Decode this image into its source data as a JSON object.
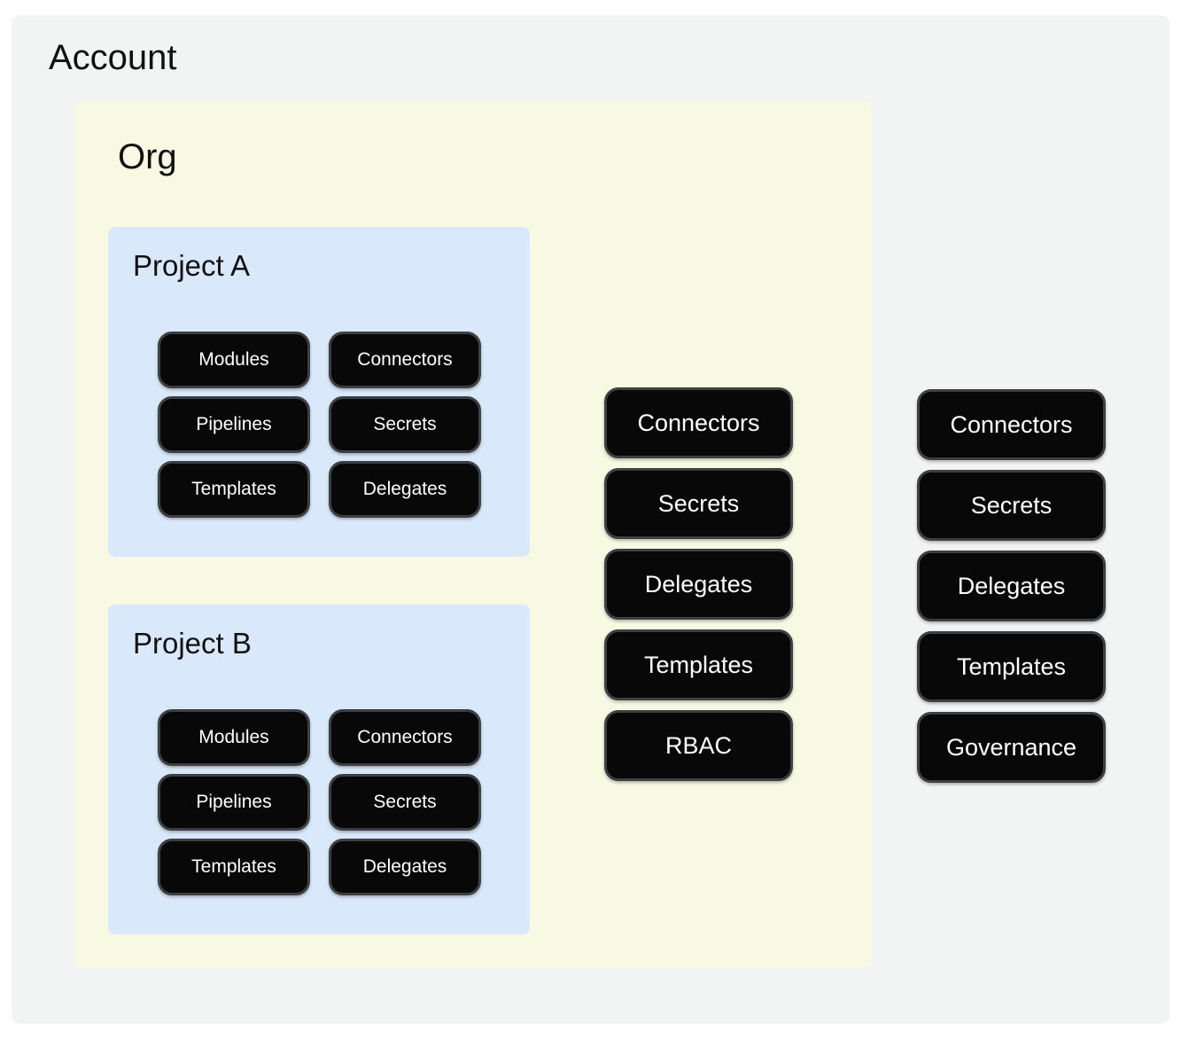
{
  "account": {
    "title": "Account",
    "pills": [
      "Connectors",
      "Secrets",
      "Delegates",
      "Templates",
      "Governance"
    ],
    "org": {
      "title": "Org",
      "pills": [
        "Connectors",
        "Secrets",
        "Delegates",
        "Templates",
        "RBAC"
      ],
      "projects": [
        {
          "title": "Project A",
          "pills": [
            "Modules",
            "Connectors",
            "Pipelines",
            "Secrets",
            "Templates",
            "Delegates"
          ]
        },
        {
          "title": "Project B",
          "pills": [
            "Modules",
            "Connectors",
            "Pipelines",
            "Secrets",
            "Templates",
            "Delegates"
          ]
        }
      ]
    }
  },
  "colors": {
    "page_bg": "#ffffff",
    "account_bg": "#f2f3f3",
    "org_bg": "#f7f9e2",
    "project_bg": "#d9e9fb",
    "pill_bg": "#080808",
    "pill_border": "#3d4043",
    "pill_text": "#ffffff",
    "title_text": "#111111"
  }
}
